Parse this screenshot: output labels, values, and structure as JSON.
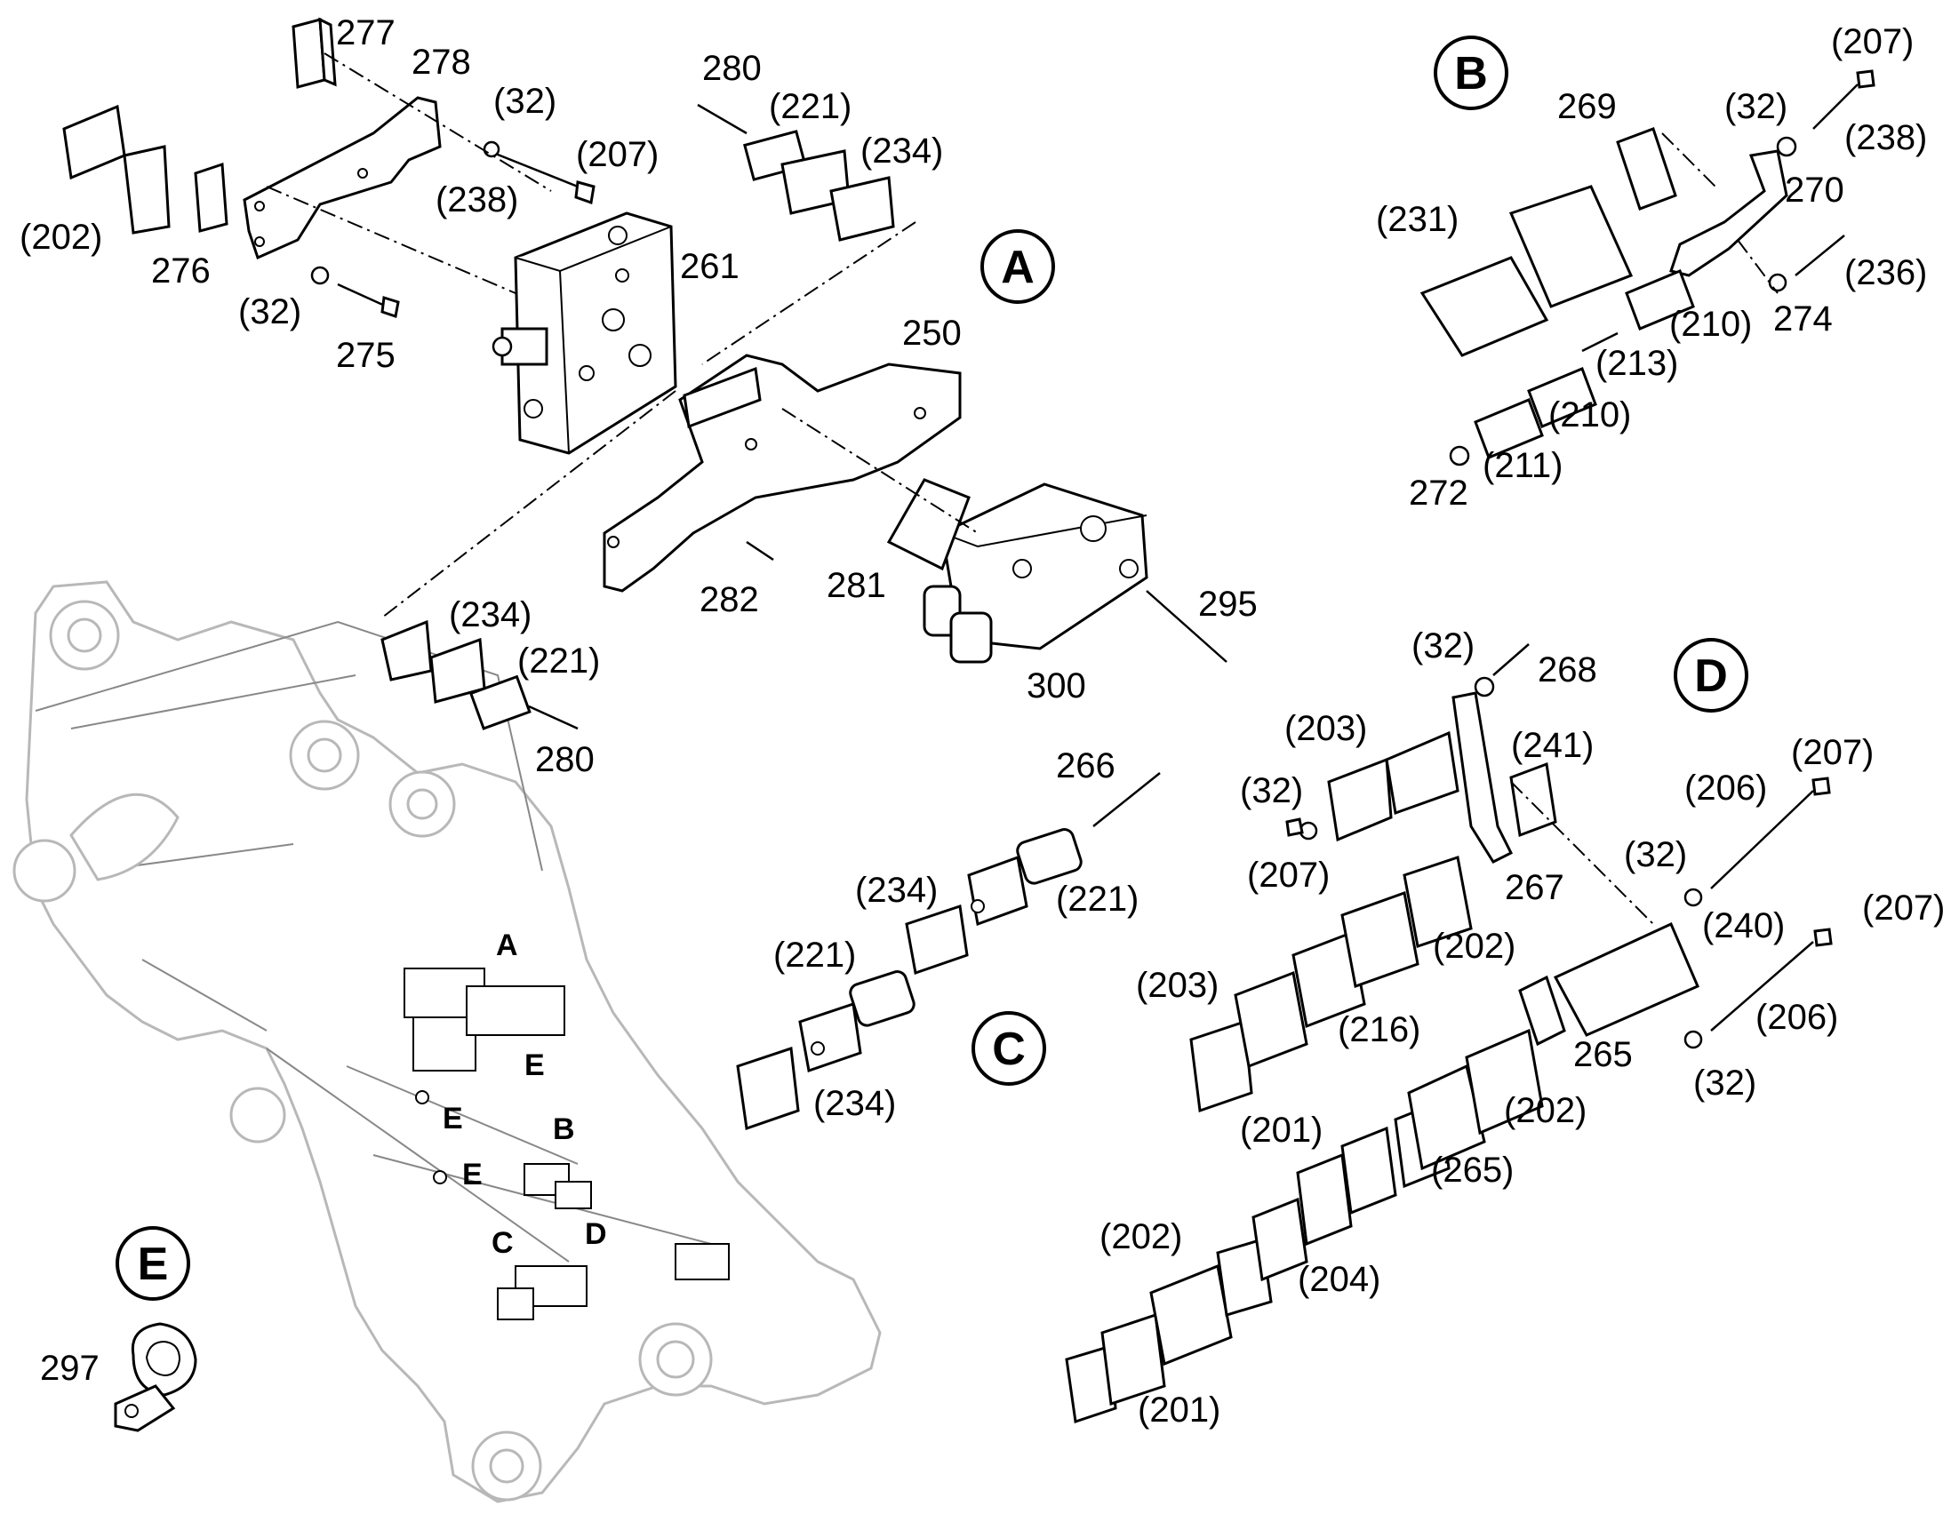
{
  "views": {
    "A": {
      "letter": "A"
    },
    "B": {
      "letter": "B"
    },
    "C": {
      "letter": "C"
    },
    "D": {
      "letter": "D"
    },
    "E": {
      "letter": "E"
    }
  },
  "boom_labels": [
    "A",
    "E",
    "E",
    "B",
    "E",
    "C",
    "D"
  ],
  "callouts_A": [
    "277",
    "278",
    "(32)",
    "(207)",
    "(238)",
    "(202)",
    "276",
    "(32)",
    "275",
    "261",
    "280",
    "(221)",
    "(234)",
    "250",
    "282",
    "281",
    "295",
    "300",
    "(234)",
    "(221)",
    "280"
  ],
  "callouts_B": [
    "(207)",
    "(32)",
    "(238)",
    "269",
    "(231)",
    "270",
    "(236)",
    "(210)",
    "274",
    "(213)",
    "(210)",
    "272",
    "(211)"
  ],
  "callouts_C": [
    "266",
    "(234)",
    "(221)",
    "(221)",
    "(234)"
  ],
  "callouts_D": [
    "(32)",
    "268",
    "(203)",
    "(241)",
    "(32)",
    "(207)",
    "267",
    "(207)",
    "(206)",
    "(32)",
    "(240)",
    "(207)",
    "(202)",
    "(203)",
    "(216)",
    "(206)",
    "265",
    "(32)",
    "(201)",
    "(202)",
    "(265)",
    "(202)",
    "(204)",
    "(201)"
  ],
  "callouts_E": [
    "297"
  ]
}
